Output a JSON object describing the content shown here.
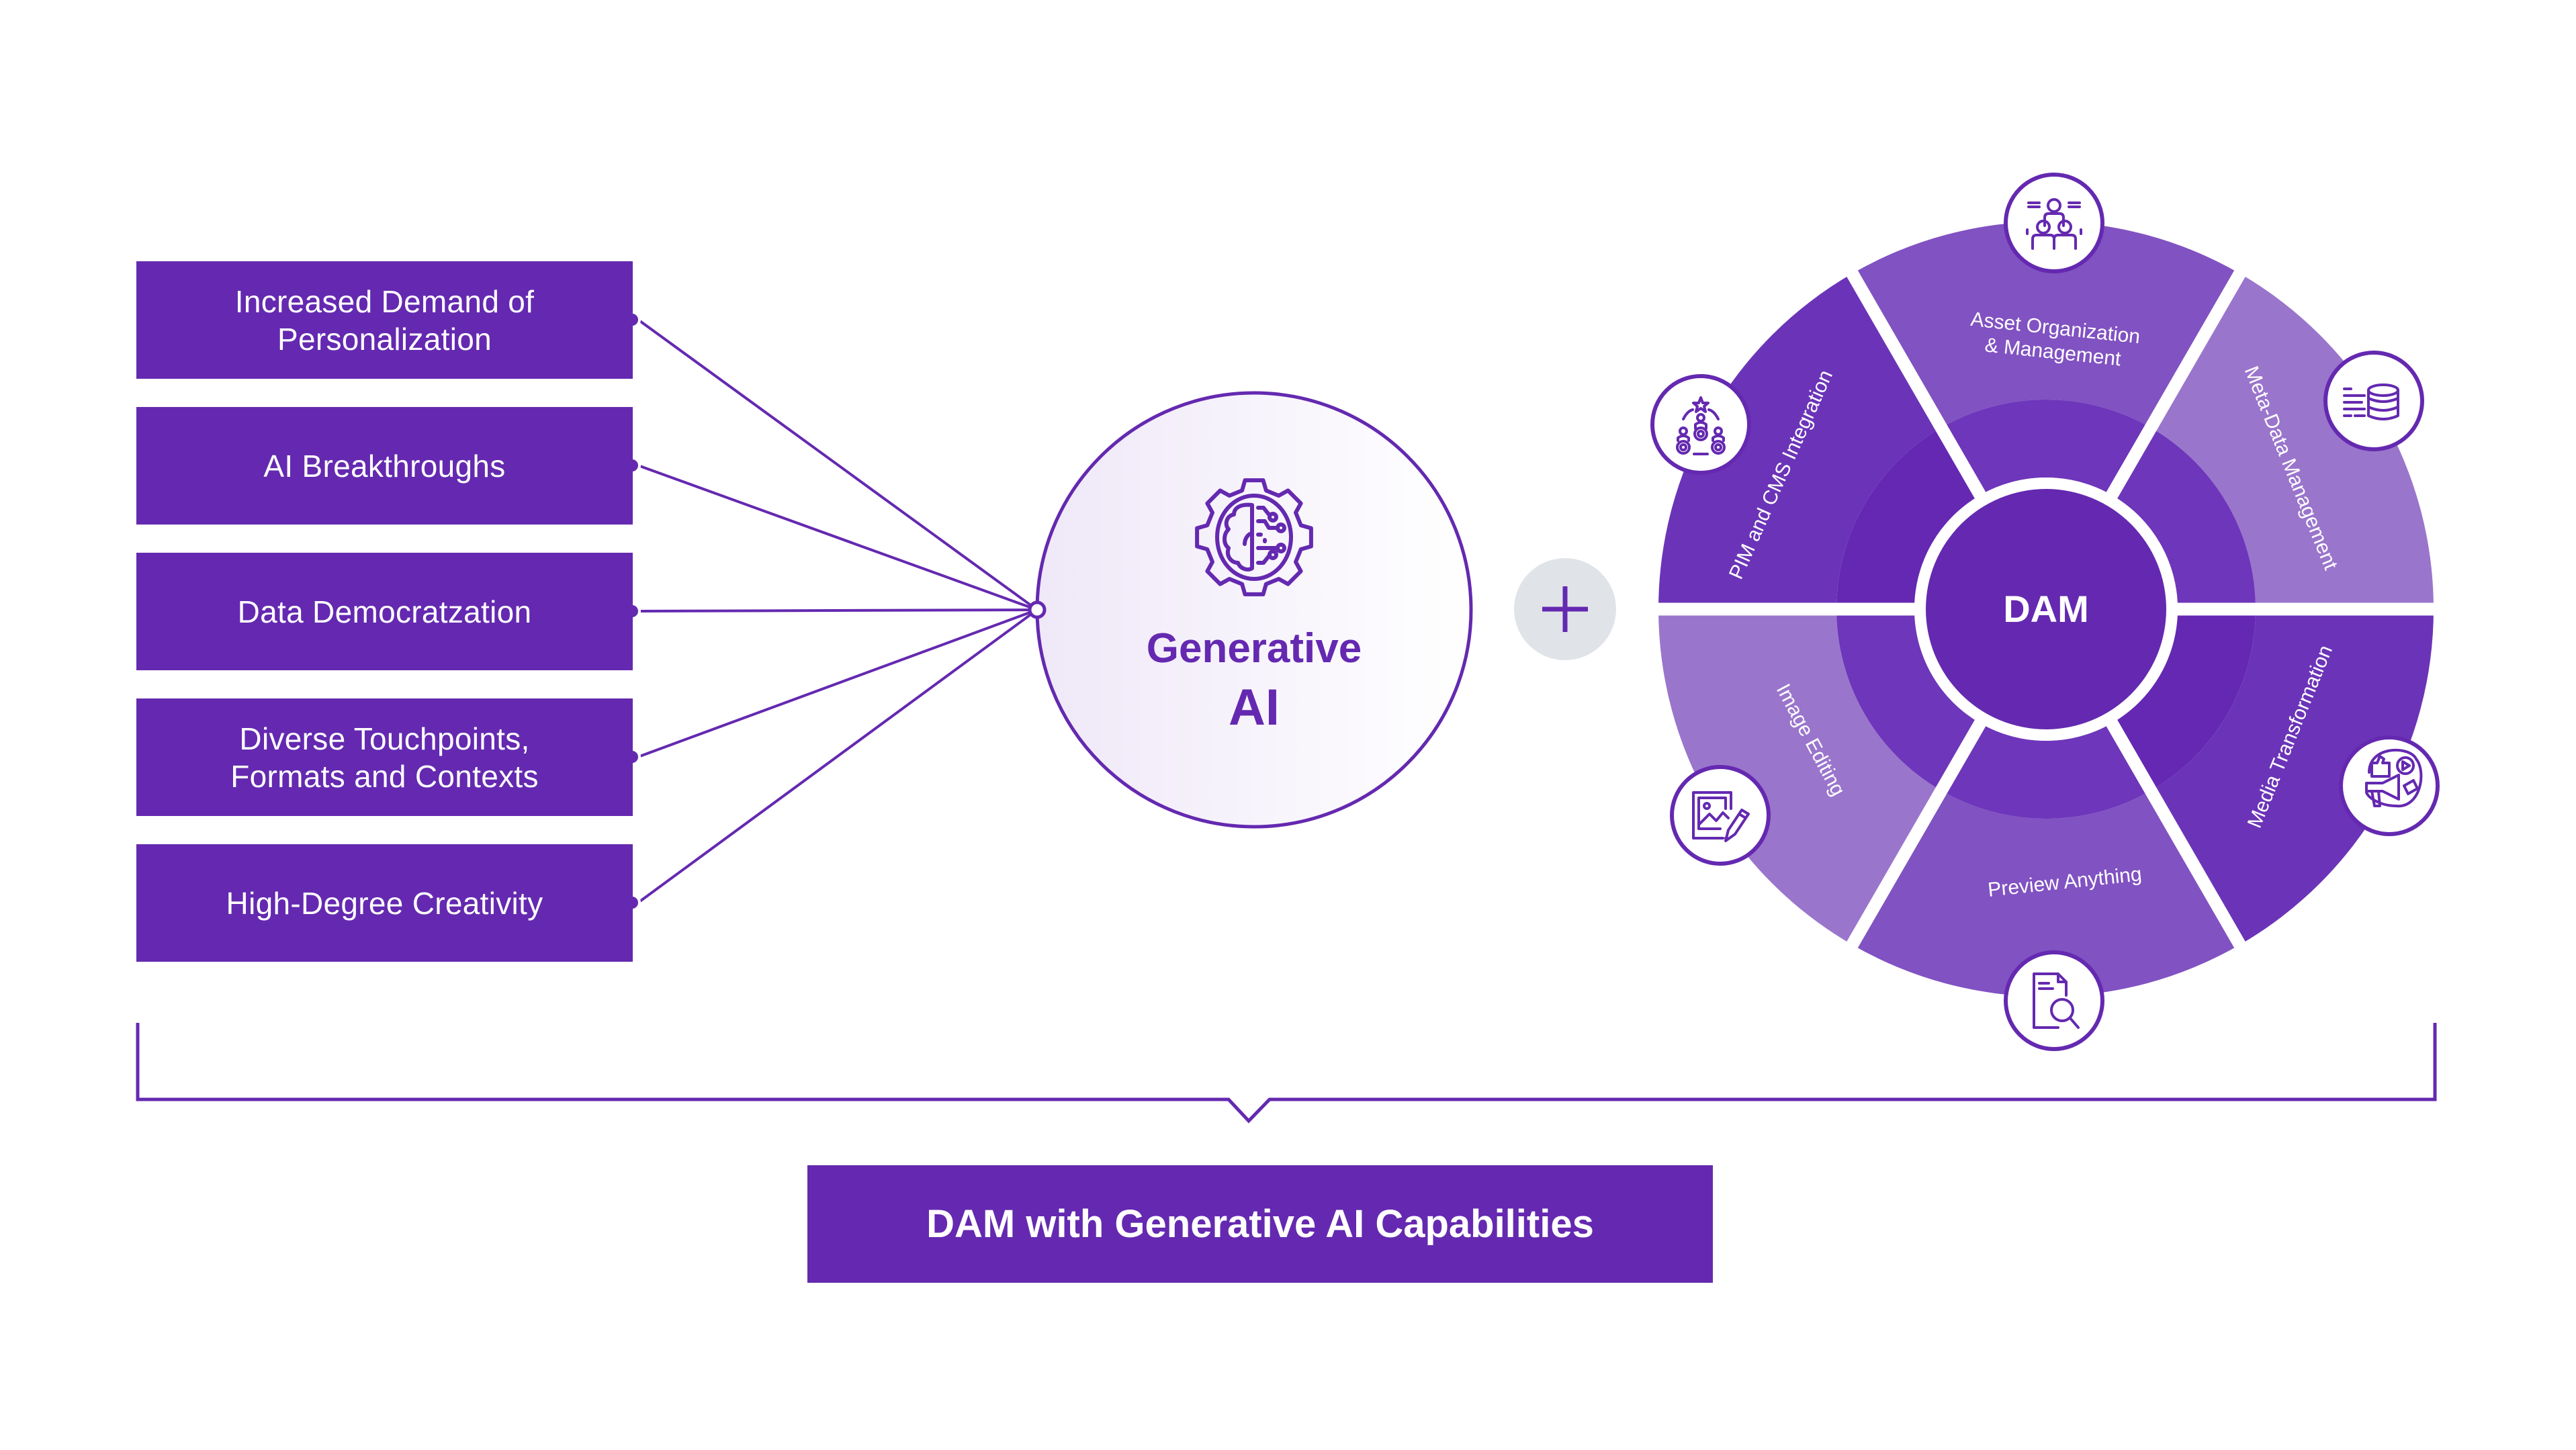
{
  "colors": {
    "primary": "#6429b0",
    "segment_dark": "#6b34b8",
    "segment_medium": "#8152c2",
    "segment_light": "#9a75cc",
    "inner_ring": "#6e36ba",
    "plus_bg": "#e0e4e9",
    "gen_circle_fill_left": "#efe8f8",
    "gen_circle_fill_right": "#ffffff"
  },
  "drivers": [
    {
      "label": "Increased Demand of\nPersonalization"
    },
    {
      "label": "AI Breakthroughs"
    },
    {
      "label": "Data Democratzation"
    },
    {
      "label": "Diverse Touchpoints,\nFormats and Contexts"
    },
    {
      "label": "High-Degree Creativity"
    }
  ],
  "generative_ai": {
    "icon": "gear-brain-circuit-icon",
    "title_line1": "Generative",
    "title_line2": "AI"
  },
  "plus_icon": "plus-icon",
  "dam": {
    "center_label": "DAM",
    "segments": [
      {
        "label": "Asset Organization\n& Management",
        "icon": "team-meeting-icon",
        "shade": "medium"
      },
      {
        "label": "Meta-Data Management",
        "icon": "data-list-database-icon",
        "shade": "light"
      },
      {
        "label": "Media Transformation",
        "icon": "megaphone-media-icon",
        "shade": "dark"
      },
      {
        "label": "Preview Anything",
        "icon": "document-search-icon",
        "shade": "medium"
      },
      {
        "label": "Image Editing",
        "icon": "image-edit-icon",
        "shade": "light"
      },
      {
        "label": "PIM and CMS Integration",
        "icon": "team-gears-icon",
        "shade": "dark"
      }
    ]
  },
  "result": {
    "label": "DAM with Generative AI Capabilities"
  }
}
